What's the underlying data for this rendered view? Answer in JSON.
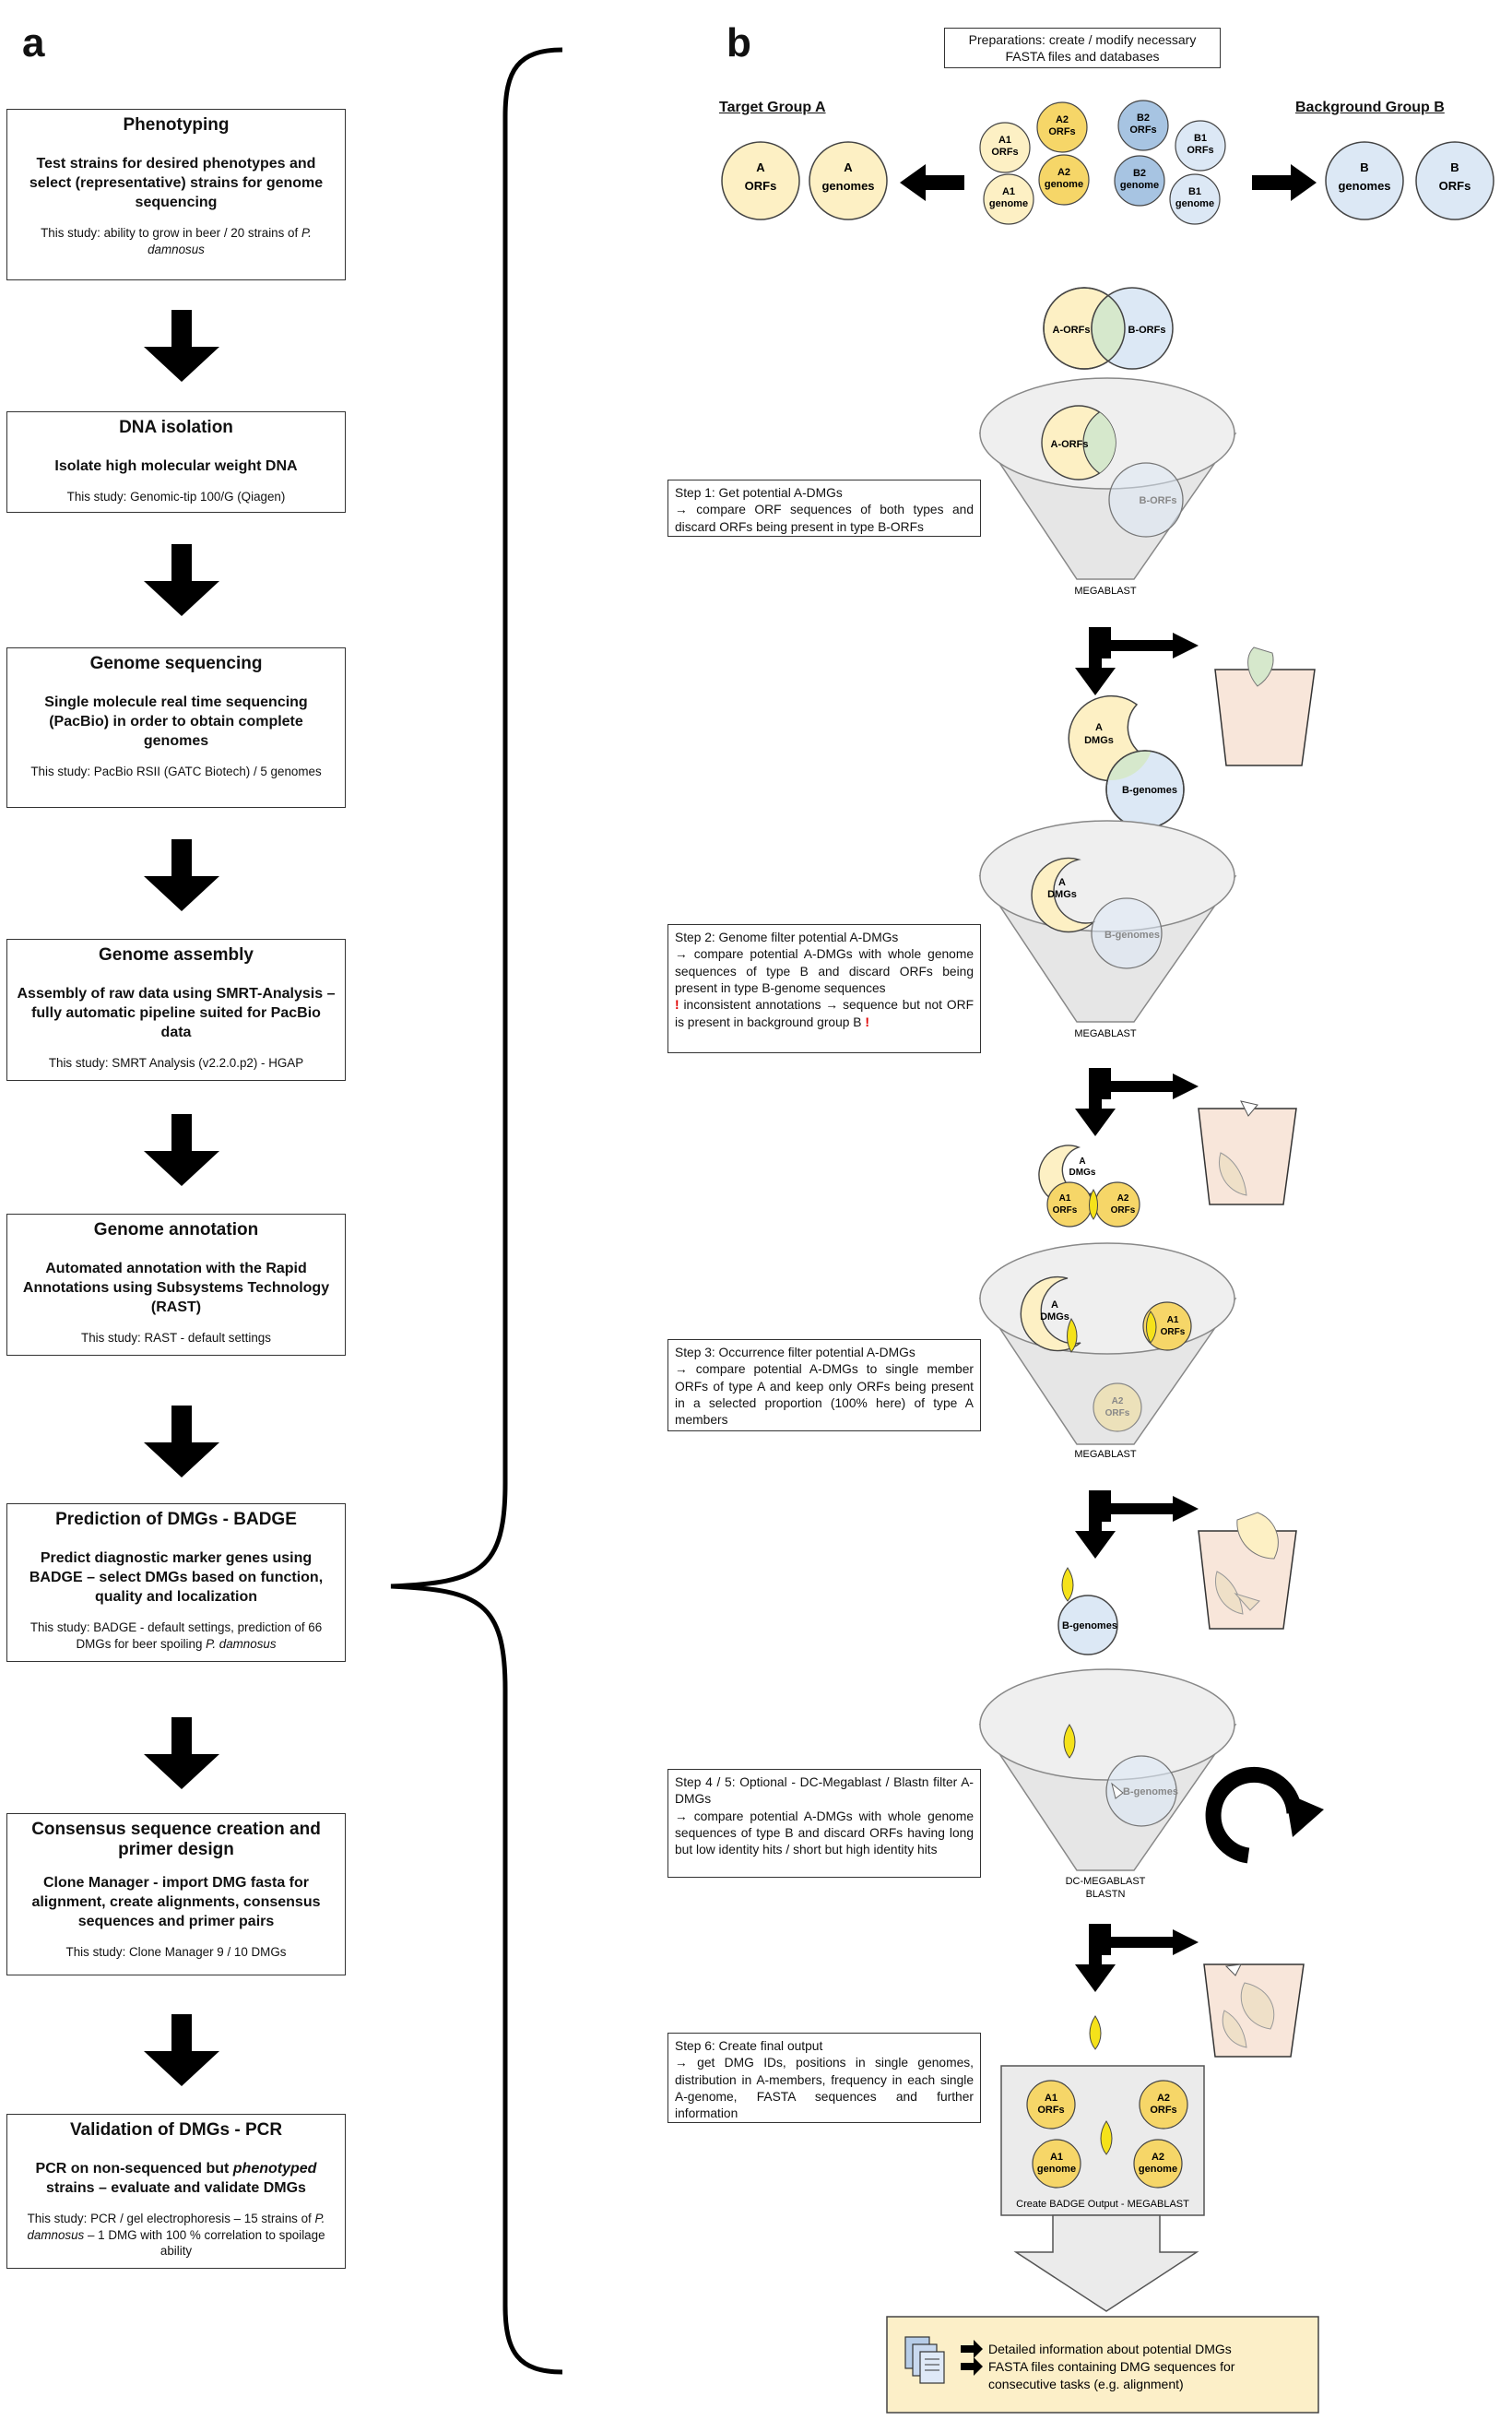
{
  "panels": {
    "a": "a",
    "b": "b"
  },
  "workflow": [
    {
      "title": "Phenotyping",
      "desc": "Test strains for desired phenotypes and select (representative) strains for genome sequencing",
      "study": "This study: ability to grow in beer / 20 strains of ",
      "study_italic": "P. damnosus",
      "study_tail": ""
    },
    {
      "title": "DNA isolation",
      "desc": "Isolate high molecular weight DNA",
      "study": "This study: Genomic-tip 100/G (Qiagen)",
      "study_italic": "",
      "study_tail": ""
    },
    {
      "title": "Genome sequencing",
      "desc": "Single molecule real time sequencing (PacBio) in order to obtain complete genomes",
      "study": "This study: PacBio RSII (GATC Biotech) / 5 genomes",
      "study_italic": "",
      "study_tail": ""
    },
    {
      "title": "Genome assembly",
      "desc": "Assembly of  raw data using SMRT-Analysis – fully automatic pipeline suited for PacBio data",
      "study": "This study: SMRT Analysis (v2.2.0.p2) - HGAP",
      "study_italic": "",
      "study_tail": ""
    },
    {
      "title": "Genome annotation",
      "desc": "Automated annotation with the Rapid Annotations using Subsystems Technology (RAST)",
      "study": "This study: RAST -  default settings",
      "study_italic": "",
      "study_tail": ""
    },
    {
      "title": "Prediction of DMGs - BADGE",
      "desc": "Predict diagnostic marker genes using BADGE – select DMGs based on function, quality and localization",
      "study": "This study: BADGE -  default settings, prediction of 66 DMGs for beer spoiling ",
      "study_italic": "P. damnosus",
      "study_tail": ""
    },
    {
      "title": "Consensus sequence creation and primer design",
      "desc": "Clone Manager - import DMG fasta for alignment, create alignments, consensus sequences and primer pairs",
      "study": "This study: Clone Manager 9 / 10 DMGs",
      "study_italic": "",
      "study_tail": ""
    },
    {
      "title": "Validation of DMGs - PCR",
      "desc_pre": "PCR on non-sequenced but ",
      "desc_italic": "phenotyped",
      "desc_post": " strains – evaluate and validate DMGs",
      "study": "This study: PCR / gel electrophoresis – 15 strains of ",
      "study_italic": "P. damnosus",
      "study_tail": " – 1 DMG with 100 % correlation to spoilage ability"
    }
  ],
  "prep": {
    "line1": "Preparations: create / modify necessary",
    "line2": "FASTA files and databases"
  },
  "groups": {
    "target": "Target Group A",
    "background": "Background Group B"
  },
  "circles": {
    "A_orfs": [
      "A",
      "ORFs"
    ],
    "A_genomes": [
      "A",
      "genomes"
    ],
    "B_genomes": [
      "B",
      "genomes"
    ],
    "B_orfs": [
      "B",
      "ORFs"
    ],
    "A1_orfs": [
      "A1",
      "ORFs"
    ],
    "A2_orfs": [
      "A2",
      "ORFs"
    ],
    "A1_genome": [
      "A1",
      "genome"
    ],
    "A2_genome": [
      "A2",
      "genome"
    ],
    "B2_orfs": [
      "B2",
      "ORFs"
    ],
    "B1_orfs": [
      "B1",
      "ORFs"
    ],
    "B2_genome": [
      "B2",
      "genome"
    ],
    "B1_genome": [
      "B1",
      "genome"
    ],
    "A_orfs_dash": "A-ORFs",
    "B_orfs_dash": "B-ORFs",
    "b_genomes": "B-genomes",
    "a_dmgs": [
      "A",
      "DMGs"
    ]
  },
  "tools": {
    "megablast": "MEGABLAST",
    "dc_megablast": "DC-MEGABLAST",
    "blastn": "BLASTN",
    "output": "Create BADGE Output - MEGABLAST"
  },
  "steps": {
    "s1": {
      "head": "Step 1: Get potential A-DMGs",
      "body": "→ compare ORF sequences of both types and discard ORFs being present in type B-ORFs"
    },
    "s2": {
      "head": "Step 2: Genome filter potential A-DMGs",
      "body": "→ compare potential A-DMGs with whole genome sequences of type B and discard ORFs being present in type B-genome sequences",
      "warn_mark": "!",
      "warn": " inconsistent annotations → sequence but not ORF is present in background group B "
    },
    "s3": {
      "head": "Step 3: Occurrence filter potential A-DMGs",
      "body": "→ compare potential A-DMGs to single member ORFs of type A and keep only ORFs being present in a selected proportion (100% here) of type A members"
    },
    "s45": {
      "head": "Step 4 / 5: Optional - DC-Megablast / Blastn filter A-DMGs",
      "body": "→ compare potential A-DMGs with whole genome sequences of type B and discard ORFs having long but low identity hits / short but high identity hits"
    },
    "s6": {
      "head": "Step 6: Create final output",
      "body": "→ get DMG IDs, positions in single genomes, distribution in A-members, frequency in each single A-genome, FASTA sequences and further information"
    }
  },
  "final": {
    "line1": "Detailed information about potential DMGs",
    "line2": "FASTA files containing DMG sequences for",
    "line3": "consecutive tasks (e.g. alignment)"
  },
  "colors": {
    "yellow_light": "#fdf0c4",
    "yellow": "#f6d668",
    "blue_light": "#dce8f5",
    "blue": "#a7c4e2",
    "funnel": "#e6e6e6",
    "bin": "#f8e6da",
    "marker": "#f5e21a",
    "final_bg": "#fcefc8"
  }
}
